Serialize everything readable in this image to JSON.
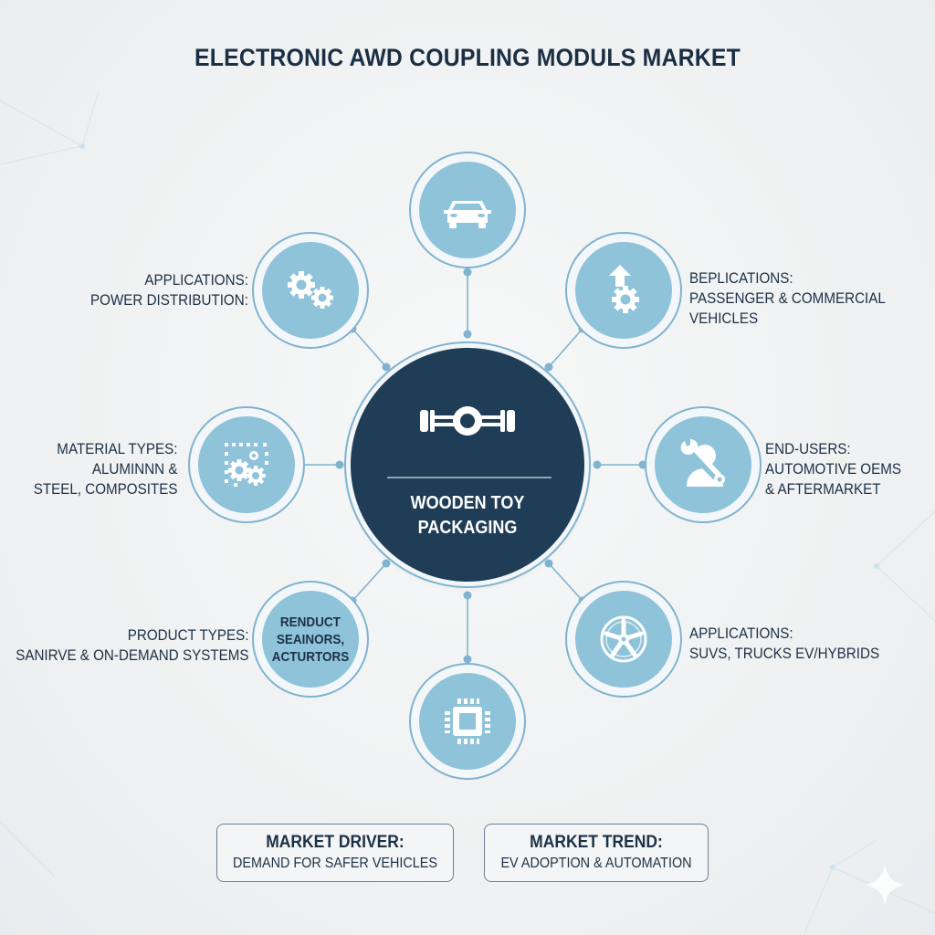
{
  "title": "ELECTRONIC AWD COUPLING MODULS MARKET",
  "hub": {
    "icon": "axle-coupling-icon",
    "label_line1": "WOODEN TOY",
    "label_line2": "PACKAGING"
  },
  "satellites": [
    {
      "position": "top",
      "icon": "car-icon"
    },
    {
      "position": "top-left",
      "icon": "gears-icon"
    },
    {
      "position": "top-right",
      "icon": "arrow-up-gear-icon"
    },
    {
      "position": "left",
      "icon": "materials-gears-icon"
    },
    {
      "position": "right",
      "icon": "user-wrench-icon"
    },
    {
      "position": "bottom-left",
      "icon": "none",
      "text_line1": "RENDUCT",
      "text_line2": "SEAINORS,",
      "text_line3": "ACTURTORS"
    },
    {
      "position": "bottom-right",
      "icon": "wheel-icon"
    },
    {
      "position": "bottom",
      "icon": "chip-icon"
    }
  ],
  "labels": {
    "top_left": {
      "heading": "APPLICATIONS:",
      "line1": "POWER DISTRIBUTION:"
    },
    "top_right": {
      "heading": "BEPLICATIONS:",
      "line1": "PASSENGER & COMMERCIAL",
      "line2": "VEHICLES"
    },
    "left": {
      "heading": "MATERIAL TYPES:",
      "line1": "ALUMINNN &",
      "line2": "STEEL, COMPOSITES"
    },
    "right": {
      "heading": "END-USERS:",
      "line1": "AUTOMOTIVE OEMS",
      "line2": "& AFTERMARKET"
    },
    "bottom_left": {
      "heading": "PRODUCT TYPES:",
      "line1": "SANIRVE & ON-DEMAND SYSTEMS"
    },
    "bottom_right": {
      "heading": "APPLICATIONS:",
      "line1": "SUVS, TRUCKS EV/HYBRIDS"
    }
  },
  "boxes": {
    "driver": {
      "heading": "MARKET DRIVER:",
      "value": "DEMAND FOR SAFER VEHICLES"
    },
    "trend": {
      "heading": "MARKET TREND:",
      "value": "EV ADOPTION & AUTOMATION"
    }
  },
  "colors": {
    "hub": "#1f3d56",
    "satellite_fill": "#8fc3d9",
    "ring": "#7fb3cf",
    "text": "#1c3146",
    "background": "#eef0f1"
  }
}
